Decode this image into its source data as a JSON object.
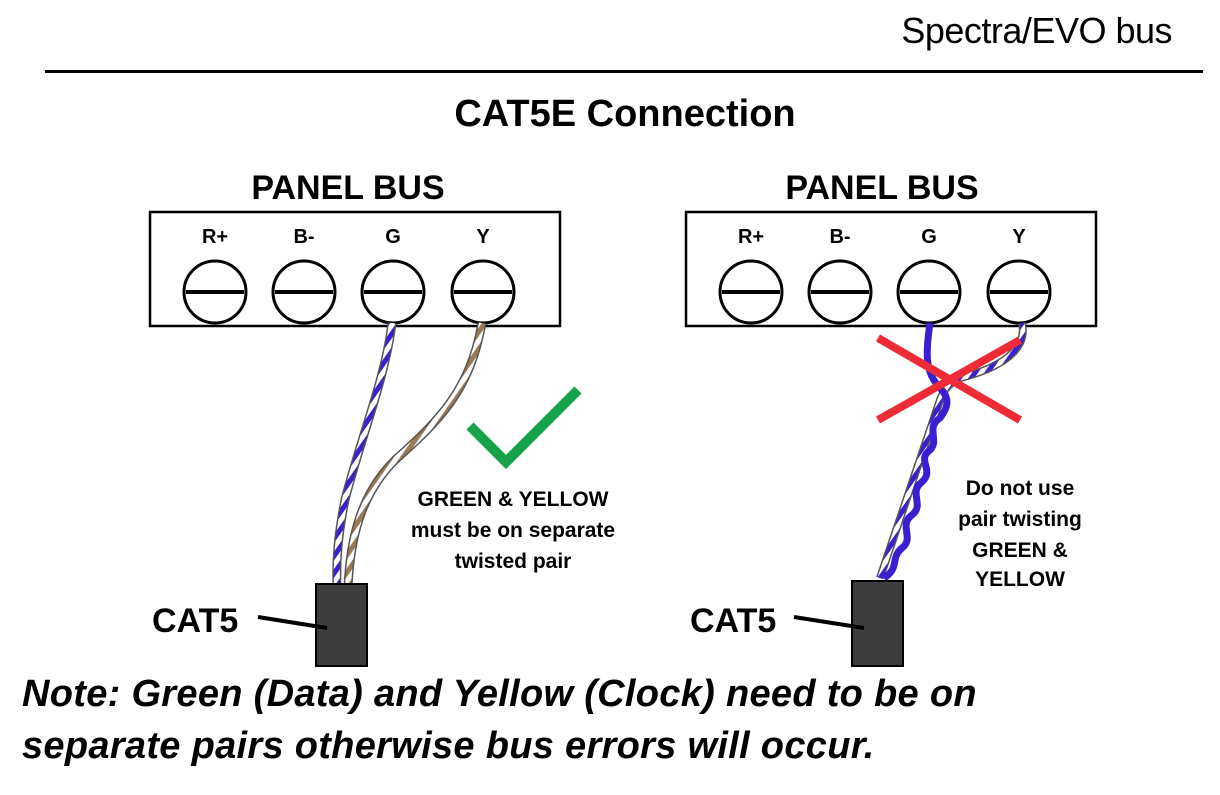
{
  "header": {
    "title": "Spectra/EVO bus"
  },
  "main_title": "CAT5E Connection",
  "panels": [
    {
      "id": "correct",
      "title": "PANEL BUS",
      "terminals": [
        "R+",
        "B-",
        "G",
        "Y"
      ],
      "cable_label": "CAT5",
      "verdict": "correct",
      "verdict_icon": "check-mark-icon",
      "caption": [
        "GREEN & YELLOW",
        "must be on separate",
        "twisted pair"
      ]
    },
    {
      "id": "incorrect",
      "title": "PANEL BUS",
      "terminals": [
        "R+",
        "B-",
        "G",
        "Y"
      ],
      "cable_label": "CAT5",
      "verdict": "incorrect",
      "verdict_icon": "red-x-icon",
      "caption": [
        "Do not use",
        "pair twisting",
        "GREEN &",
        "YELLOW"
      ]
    }
  ],
  "colors": {
    "green_wire": "#3a1fd0",
    "yellow_wire": "#9a7a55",
    "check": "#16a34a",
    "cross": "#ee2b36",
    "cable_jacket": "#3d3d3d"
  },
  "note": {
    "line1": "Note: Green (Data) and Yellow (Clock) need to be on",
    "line2": "separate pairs otherwise bus errors will occur."
  }
}
